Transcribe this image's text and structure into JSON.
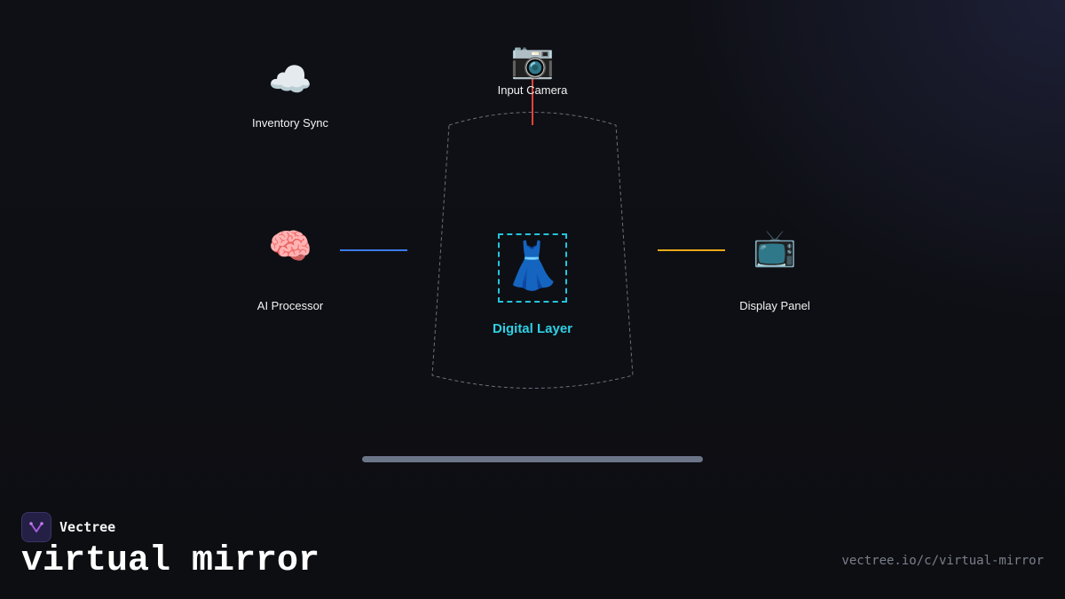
{
  "diagram": {
    "nodes": {
      "input_camera": {
        "icon": "📷",
        "icon_name": "camera-icon",
        "label": "Input Camera"
      },
      "inventory_sync": {
        "icon": "☁️",
        "icon_name": "cloud-icon",
        "label": "Inventory Sync"
      },
      "ai_processor": {
        "icon": "🧠",
        "icon_name": "brain-icon",
        "label": "AI Processor"
      },
      "display_panel": {
        "icon": "📺",
        "icon_name": "television-icon",
        "label": "Display Panel"
      },
      "digital_layer": {
        "icon": "👗",
        "icon_name": "dress-icon",
        "label": "Digital Layer"
      }
    },
    "connectors": [
      {
        "from": "input_camera",
        "to": "digital_layer",
        "color": "#e8413a"
      },
      {
        "from": "ai_processor",
        "to": "digital_layer",
        "color": "#3b7be8"
      },
      {
        "from": "digital_layer",
        "to": "display_panel",
        "color": "#e6a817"
      }
    ],
    "colors": {
      "accent": "#2fd0e6",
      "mirror_outline": "#6b6f7c",
      "base_bar": "#6c7488",
      "background": "#0e0f14"
    }
  },
  "footer": {
    "brand": "Vectree",
    "title": "virtual mirror",
    "url": "vectree.io/c/virtual-mirror"
  }
}
